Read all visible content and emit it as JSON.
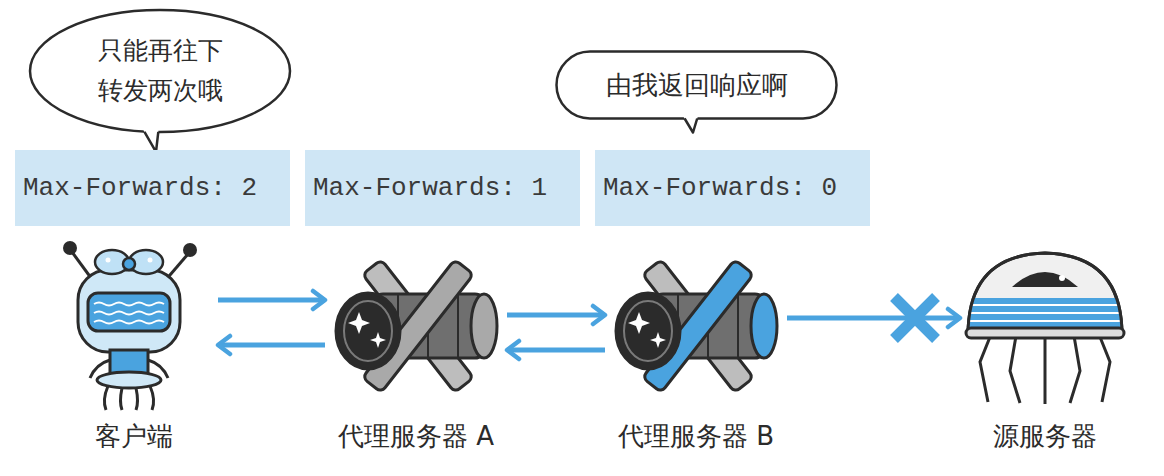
{
  "diagram": {
    "nodes": [
      {
        "text": [
          "只能再往下 转发两次哦"
        ]
      },
      {
        "text": [
          "由我返回响应啊"
        ]
      },
      {
        "text": [
          "Max-Forwards: 2"
        ]
      },
      {
        "text": [
          "Max-Forwards: 1"
        ]
      },
      {
        "text": [
          "Max-Forwards: 0"
        ]
      },
      {
        "text": [
          "客户端"
        ]
      },
      {
        "text": [
          "代理服务器 A"
        ]
      },
      {
        "text": [
          "代理服务器 B"
        ]
      },
      {
        "text": [
          "源服务器"
        ]
      }
    ],
    "edges": [
      {
        "from": 5,
        "to": 6,
        "arrow": "to"
      },
      {
        "from": 6,
        "to": 5,
        "arrow": "to"
      },
      {
        "from": 6,
        "to": 7,
        "arrow": "to"
      },
      {
        "from": 7,
        "to": 6,
        "arrow": "to"
      },
      {
        "from": 7,
        "to": 8,
        "arrow": "to"
      }
    ]
  }
}
